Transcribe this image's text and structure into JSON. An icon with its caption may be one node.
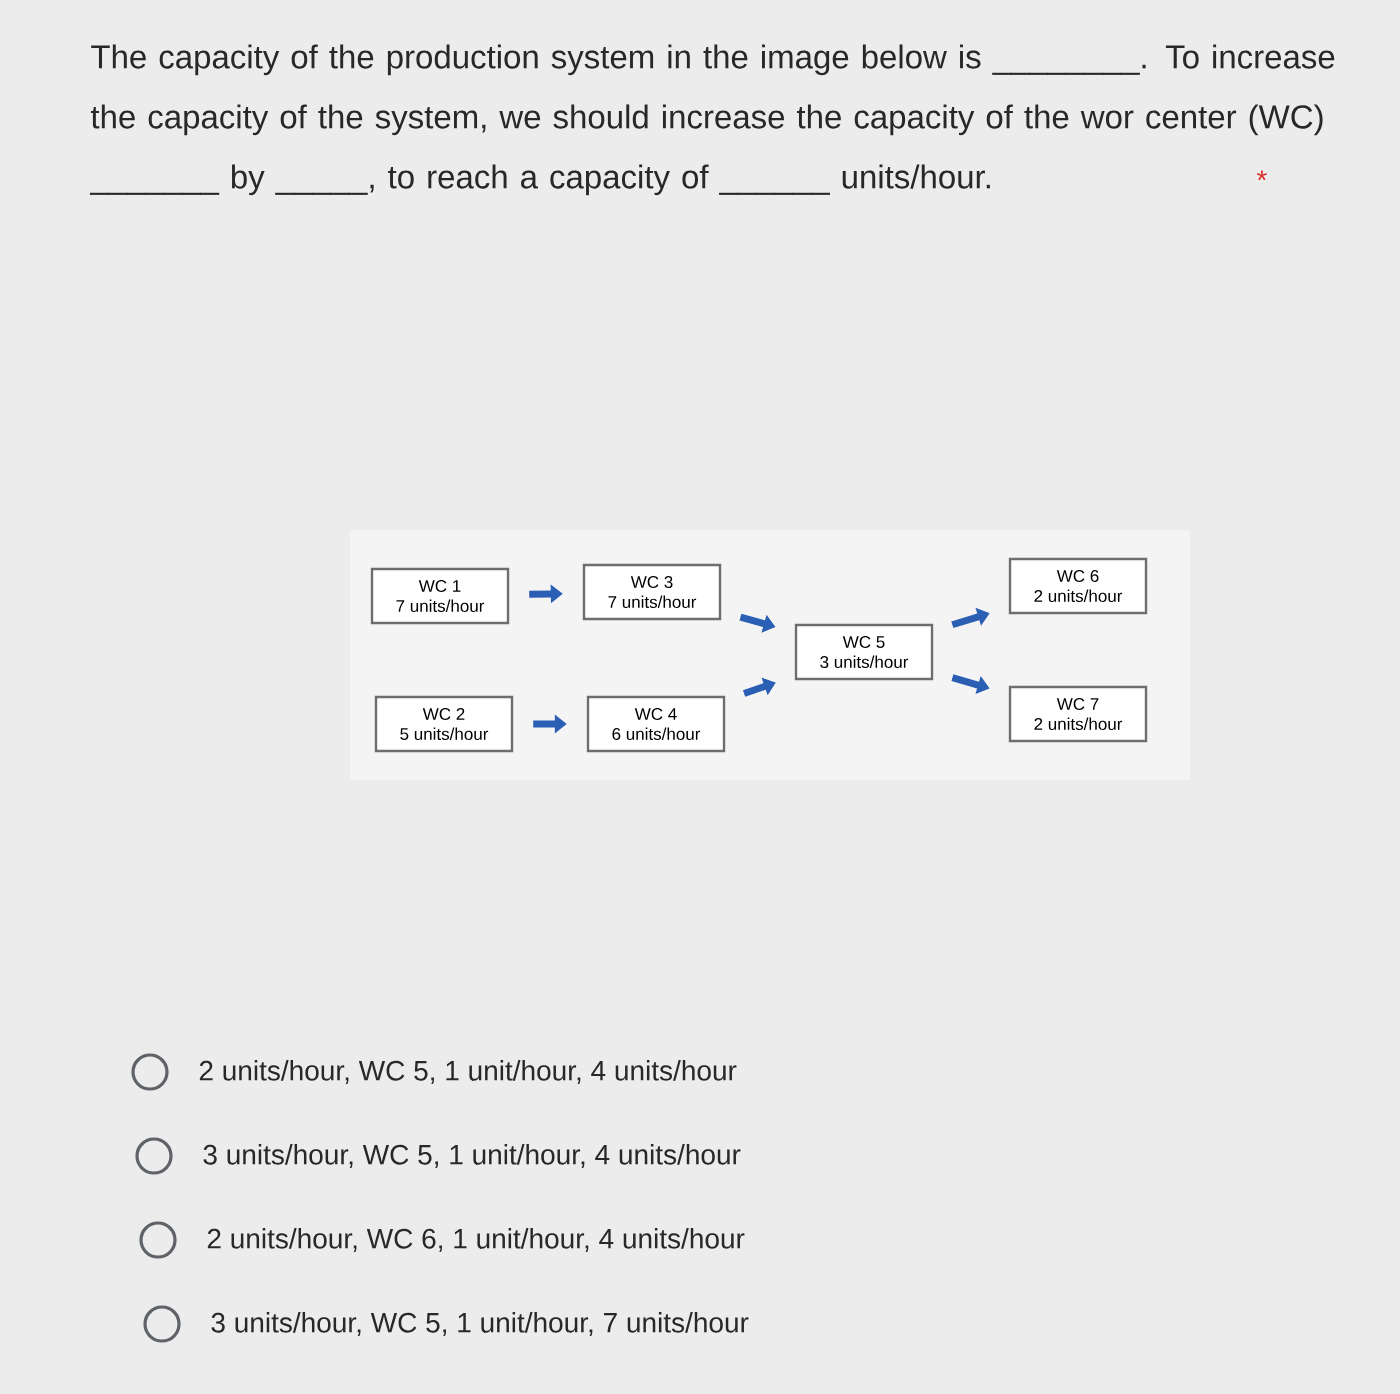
{
  "diagram": {
    "title": "The capacity of the production system in the image below is ________. To increase the capacity of the system, we should increase the capacity of the wor center (WC) _______ by _____, to reach a capacity of ______ units/hour.",
    "nodes": [
      {
        "text": [
          "WC 1",
          "7 units/hour"
        ]
      },
      {
        "text": [
          "WC 2",
          "5 units/hour"
        ]
      },
      {
        "text": [
          "WC 3",
          "7 units/hour"
        ]
      },
      {
        "text": [
          "WC 4",
          "6 units/hour"
        ]
      },
      {
        "text": [
          "WC 5",
          "3 units/hour"
        ]
      },
      {
        "text": [
          "WC 6",
          "2 units/hour"
        ]
      },
      {
        "text": [
          "WC 7",
          "2 units/hour"
        ]
      }
    ],
    "edges": [
      {
        "from": 0,
        "to": 2,
        "arrow": "to"
      },
      {
        "from": 1,
        "to": 3,
        "arrow": "to"
      },
      {
        "from": 2,
        "to": 4,
        "arrow": "to"
      },
      {
        "from": 3,
        "to": 4,
        "arrow": "to"
      },
      {
        "from": 4,
        "to": 5,
        "arrow": "to"
      },
      {
        "from": 4,
        "to": 6,
        "arrow": "to"
      }
    ],
    "labels": [
      "*",
      "2 units/hour, WC 5, 1 unit/hour, 4 units/hour",
      "3 units/hour, WC 5, 1 unit/hour, 4 units/hour",
      "2 units/hour, WC 6, 1 unit/hour, 4 units/hour",
      "3 units/hour, WC 5, 1 unit/hour, 7 units/hour"
    ]
  }
}
